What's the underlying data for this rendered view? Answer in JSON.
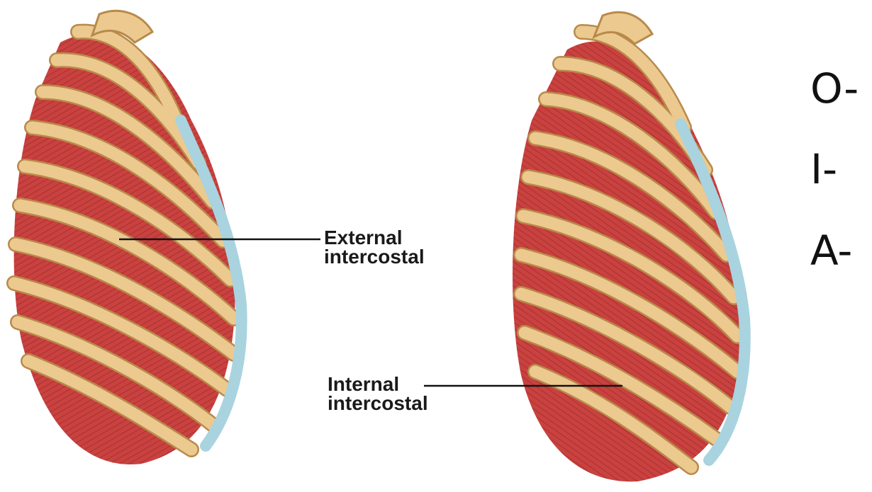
{
  "labels": {
    "external": {
      "line1": "External",
      "line2": "intercostal"
    },
    "internal": {
      "line1": "Internal",
      "line2": "intercostal"
    }
  },
  "oia": {
    "origin": "O-",
    "insertion": "I-",
    "action": "A-"
  },
  "colors": {
    "muscle": "#c9423f",
    "muscle_dark": "#9e2b2b",
    "bone": "#ecc98f",
    "bone_edge": "#b88a4a",
    "cartilage": "#a9d3df"
  }
}
